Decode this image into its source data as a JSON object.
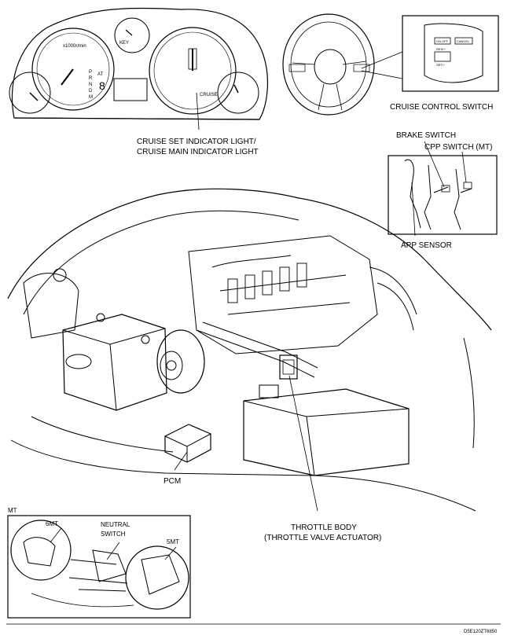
{
  "labels": {
    "cruise_indicator_line1": "CRUISE SET INDICATOR LIGHT/",
    "cruise_indicator_line2": "CRUISE MAIN INDICATOR LIGHT",
    "cruise_control_switch": "CRUISE CONTROL SWITCH",
    "brake_switch": "BRAKE SWITCH",
    "cpp_switch": "CPP SWITCH (MT)",
    "app_sensor": "APP SENSOR",
    "pcm": "PCM",
    "throttle_body_line1": "THROTTLE BODY",
    "throttle_body_line2": "(THROTTLE VALVE ACTUATOR)",
    "mt": "MT",
    "six_mt": "6MT",
    "neutral_switch_line1": "NEUTRAL",
    "neutral_switch_line2": "SWITCH",
    "five_mt": "5MT",
    "figure_code": "D5E120ZT6850"
  },
  "gauge_text": {
    "tach_unit": "x1000r/min",
    "at": "AT",
    "gear_digit": "8",
    "key": "KEY",
    "cruise": "CRUISE",
    "gears": [
      "P",
      "R",
      "N",
      "D",
      "M"
    ]
  },
  "switch_text": {
    "on_off": "ON OFF",
    "cancel": "CANCEL",
    "res": "RES/+",
    "set": "SET/−"
  }
}
